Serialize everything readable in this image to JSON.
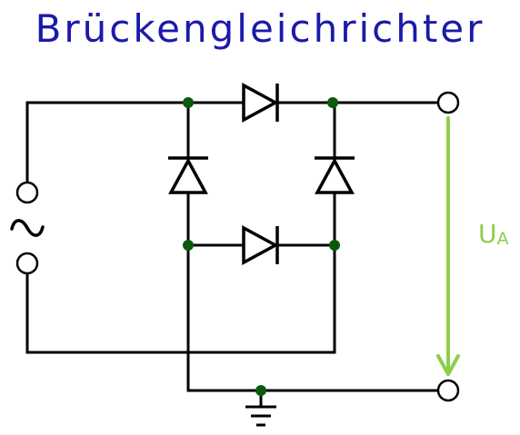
{
  "title": "Brückengleichrichter",
  "output_voltage": {
    "symbol": "U",
    "subscript": "A"
  },
  "colors": {
    "title": "#1a1aaa",
    "wire": "#000000",
    "junction": "#0b5a0b",
    "voltage_arrow": "#8bcf4a",
    "background": "#ffffff"
  },
  "symbols": {
    "ac_source": "tilde-ac-symbol",
    "diodes": 4,
    "ground": "ground-symbol",
    "terminals": 4
  }
}
